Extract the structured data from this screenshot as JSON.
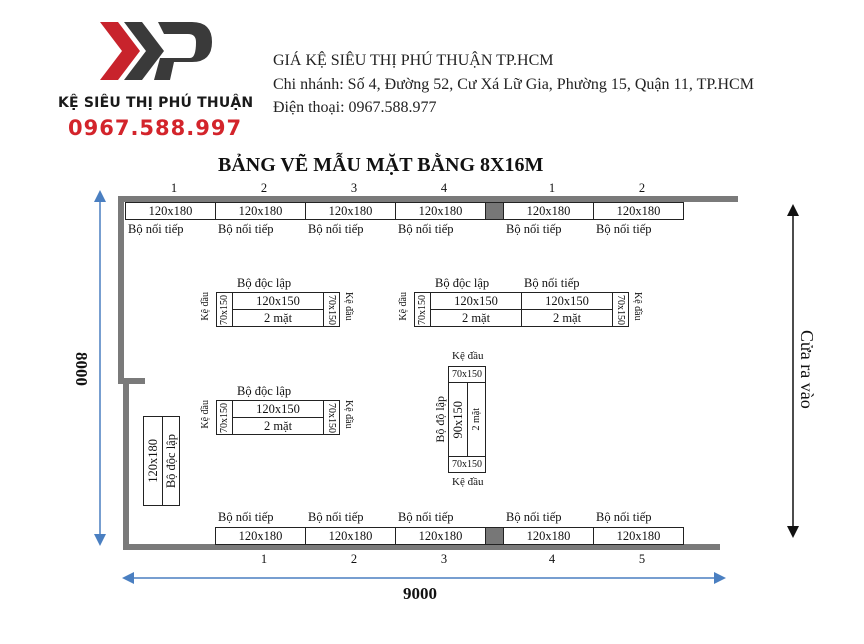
{
  "header": {
    "brand_name": "KỆ SIÊU THỊ PHÚ THUẬN",
    "phone_big": "0967.588.997",
    "line1": "GIÁ KỆ SIÊU THỊ PHÚ THUẬN TP.HCM",
    "line2": "Chi nhánh: Số 4, Đường 52, Cư Xá Lữ Gia, Phường 15, Quận 11, TP.HCM",
    "line3": "Điện thoại: 0967.588.977"
  },
  "title": "BẢNG VẼ MẪU MẶT BẰNG 8X16M",
  "dimensions": {
    "height": "8000",
    "width": "9000",
    "door": "Cửa ra vào"
  },
  "top_row": {
    "numbers": [
      "1",
      "2",
      "3",
      "4",
      "1",
      "2"
    ],
    "size": "120x180",
    "label": "Bộ nối tiếp"
  },
  "bottom_row": {
    "numbers": [
      "1",
      "2",
      "3",
      "4",
      "5"
    ],
    "size": "120x180",
    "label": "Bộ nối tiếp"
  },
  "islands": {
    "doc_lap": "Bộ độc lập",
    "noi_tiep": "Bộ nối tiếp",
    "main_size": "120x150",
    "two_side": "2 mặt",
    "end_size": "70x150",
    "end_label": "Kệ đầu"
  },
  "left_unit": {
    "size": "120x180",
    "label": "Bộ độc lập"
  },
  "vertical_unit": {
    "top_label": "Kệ đầu",
    "bottom_label": "Kệ đầu",
    "end_size": "70x150",
    "side_label": "Bộ độ lập",
    "main_size": "90x150",
    "two_side": "2 mặt"
  },
  "colors": {
    "wall": "#7a7a7a",
    "accent_red": "#d3242b",
    "arrow_blue": "#4a7fc1",
    "logo_dark": "#3a3a3a"
  }
}
